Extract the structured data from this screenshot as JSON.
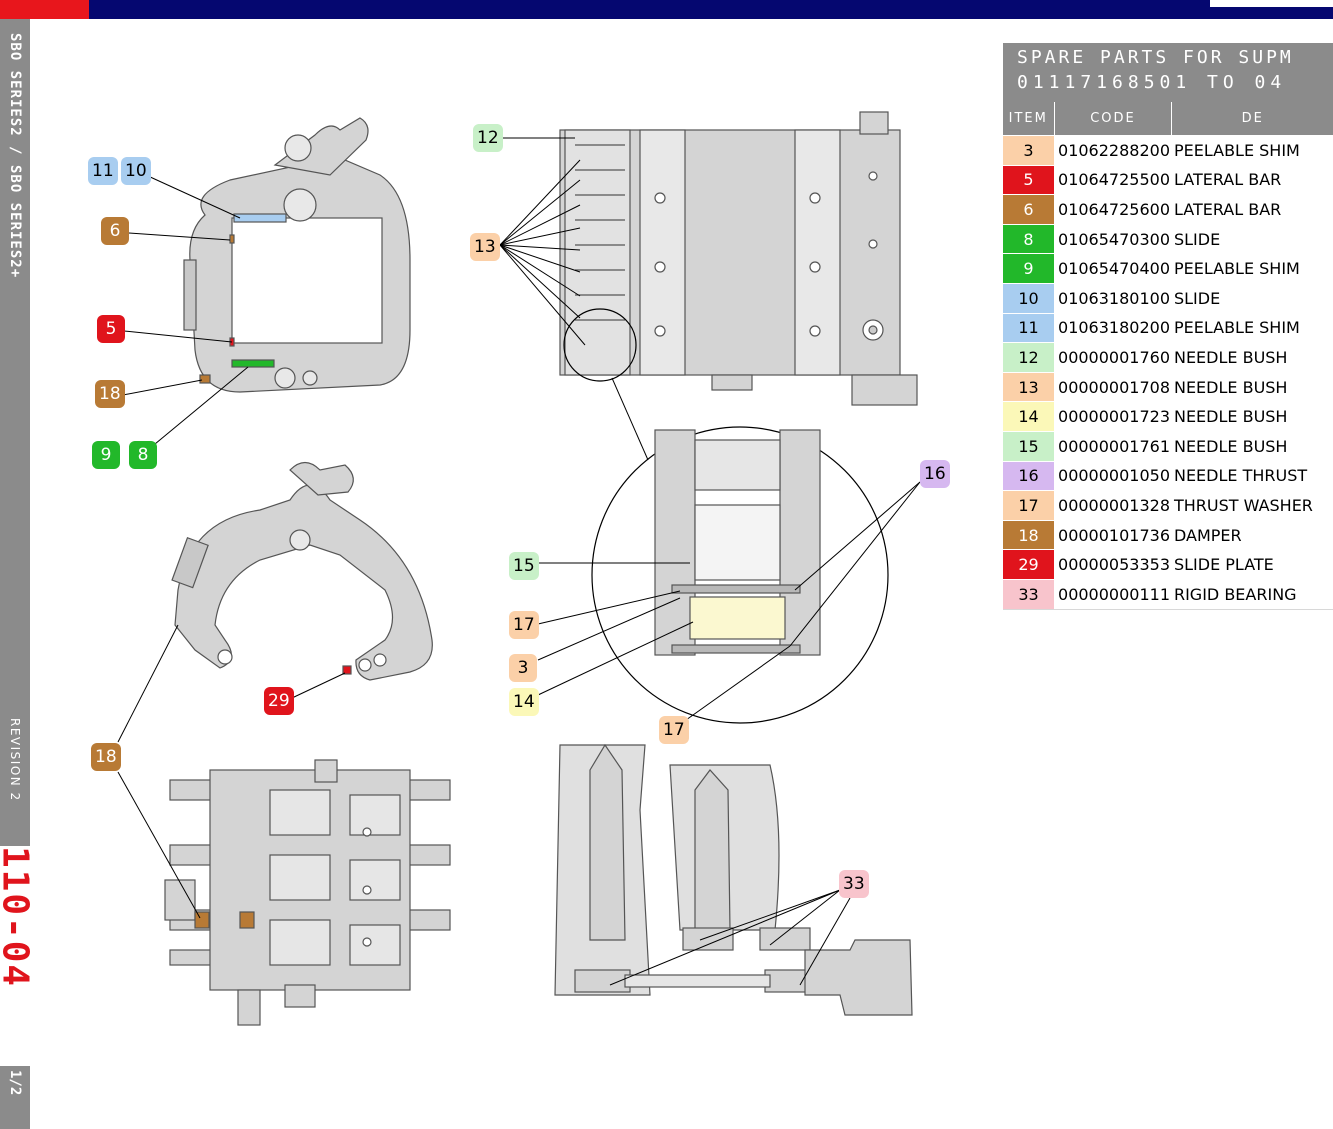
{
  "sidebar": {
    "series_text": "SBO SERIES2 / SBO SERIES2+",
    "revision_text": "REVISION 2",
    "section_code": "110-04",
    "page_number": "1/2"
  },
  "colors": {
    "top_bar": "#050770",
    "top_accent": "#e8161c",
    "sidebar": "#8b8b8b",
    "section_code": "#e0141c"
  },
  "parts_table": {
    "title_line1": "SPARE PARTS FOR SUPM",
    "title_line2": "01117168501 TO 04",
    "headers": {
      "item": "ITEM",
      "code": "CODE",
      "desc": "DE"
    },
    "rows": [
      {
        "item": "3",
        "code": "01062288200",
        "desc": "PEELABLE SHIM",
        "color": "#fbd0a8",
        "text_color": "#000000"
      },
      {
        "item": "5",
        "code": "01064725500",
        "desc": "LATERAL BAR",
        "color": "#e0141c",
        "text_color": "#ffffff"
      },
      {
        "item": "6",
        "code": "01064725600",
        "desc": "LATERAL BAR",
        "color": "#b87a35",
        "text_color": "#ffffff"
      },
      {
        "item": "8",
        "code": "01065470300",
        "desc": "SLIDE",
        "color": "#22b82a",
        "text_color": "#ffffff"
      },
      {
        "item": "9",
        "code": "01065470400",
        "desc": "PEELABLE SHIM",
        "color": "#22b82a",
        "text_color": "#ffffff"
      },
      {
        "item": "10",
        "code": "01063180100",
        "desc": "SLIDE",
        "color": "#a8cdf0",
        "text_color": "#000000"
      },
      {
        "item": "11",
        "code": "01063180200",
        "desc": "PEELABLE SHIM",
        "color": "#a8cdf0",
        "text_color": "#000000"
      },
      {
        "item": "12",
        "code": "00000001760",
        "desc": "NEEDLE BUSH",
        "color": "#c8f0c8",
        "text_color": "#000000"
      },
      {
        "item": "13",
        "code": "00000001708",
        "desc": "NEEDLE BUSH",
        "color": "#fbd0a8",
        "text_color": "#000000"
      },
      {
        "item": "14",
        "code": "00000001723",
        "desc": "NEEDLE BUSH",
        "color": "#fbf8b8",
        "text_color": "#000000"
      },
      {
        "item": "15",
        "code": "00000001761",
        "desc": "NEEDLE BUSH",
        "color": "#c8f0c8",
        "text_color": "#000000"
      },
      {
        "item": "16",
        "code": "00000001050",
        "desc": "NEEDLE THRUST",
        "color": "#d6b8f0",
        "text_color": "#000000"
      },
      {
        "item": "17",
        "code": "00000001328",
        "desc": "THRUST WASHER",
        "color": "#fbd0a8",
        "text_color": "#000000"
      },
      {
        "item": "18",
        "code": "00000101736",
        "desc": "DAMPER",
        "color": "#b87a35",
        "text_color": "#ffffff"
      },
      {
        "item": "29",
        "code": "00000053353",
        "desc": "SLIDE PLATE",
        "color": "#e0141c",
        "text_color": "#ffffff"
      },
      {
        "item": "33",
        "code": "00000000111",
        "desc": "RIGID BEARING",
        "color": "#f8c4cc",
        "text_color": "#000000"
      }
    ]
  },
  "callouts": [
    {
      "id": "c11",
      "label": "11",
      "bg": "#a8cdf0",
      "fg": "#000000"
    },
    {
      "id": "c10",
      "label": "10",
      "bg": "#a8cdf0",
      "fg": "#000000"
    },
    {
      "id": "c6",
      "label": "6",
      "bg": "#b87a35",
      "fg": "#ffffff"
    },
    {
      "id": "c5",
      "label": "5",
      "bg": "#e0141c",
      "fg": "#ffffff"
    },
    {
      "id": "c18a",
      "label": "18",
      "bg": "#b87a35",
      "fg": "#ffffff"
    },
    {
      "id": "c9",
      "label": "9",
      "bg": "#22b82a",
      "fg": "#ffffff"
    },
    {
      "id": "c8",
      "label": "8",
      "bg": "#22b82a",
      "fg": "#ffffff"
    },
    {
      "id": "c29",
      "label": "29",
      "bg": "#e0141c",
      "fg": "#ffffff"
    },
    {
      "id": "c18b",
      "label": "18",
      "bg": "#b87a35",
      "fg": "#ffffff"
    },
    {
      "id": "c12",
      "label": "12",
      "bg": "#c8f0c8",
      "fg": "#000000"
    },
    {
      "id": "c13",
      "label": "13",
      "bg": "#fbd0a8",
      "fg": "#000000"
    },
    {
      "id": "c16",
      "label": "16",
      "bg": "#d6b8f0",
      "fg": "#000000"
    },
    {
      "id": "c15",
      "label": "15",
      "bg": "#c8f0c8",
      "fg": "#000000"
    },
    {
      "id": "c17a",
      "label": "17",
      "bg": "#fbd0a8",
      "fg": "#000000"
    },
    {
      "id": "c3",
      "label": "3",
      "bg": "#fbd0a8",
      "fg": "#000000"
    },
    {
      "id": "c14",
      "label": "14",
      "bg": "#fbf8b8",
      "fg": "#000000"
    },
    {
      "id": "c17b",
      "label": "17",
      "bg": "#fbd0a8",
      "fg": "#000000"
    },
    {
      "id": "c33",
      "label": "33",
      "bg": "#f8c4cc",
      "fg": "#000000"
    }
  ]
}
